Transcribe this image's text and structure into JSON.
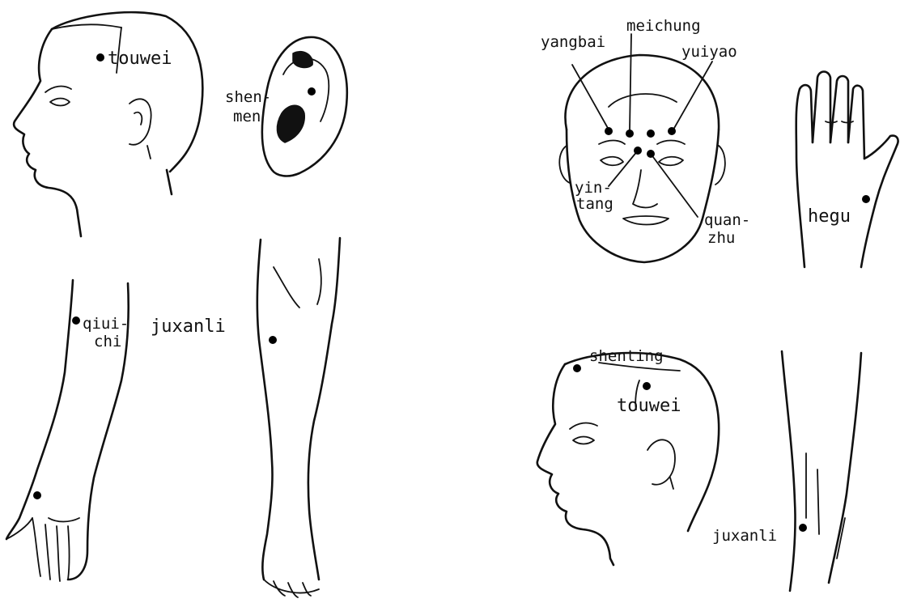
{
  "labels": {
    "touwei_1": "touwei",
    "shen": "shen-",
    "men": "men",
    "qiui": "qiui-",
    "chi": "chi",
    "juxanli_1": "juxanli",
    "yangbai": "yangbai",
    "meichung": "meichung",
    "yuiyao": "yuiyao",
    "yin": "yin-",
    "tang": "tang",
    "quan": "quan-",
    "zhu": "zhu",
    "hegu": "hegu",
    "shenting": "shenting",
    "touwei_2": "touwei",
    "juxanli_2": "juxanli"
  },
  "colors": {
    "ink": "#111111",
    "background": "#ffffff"
  }
}
